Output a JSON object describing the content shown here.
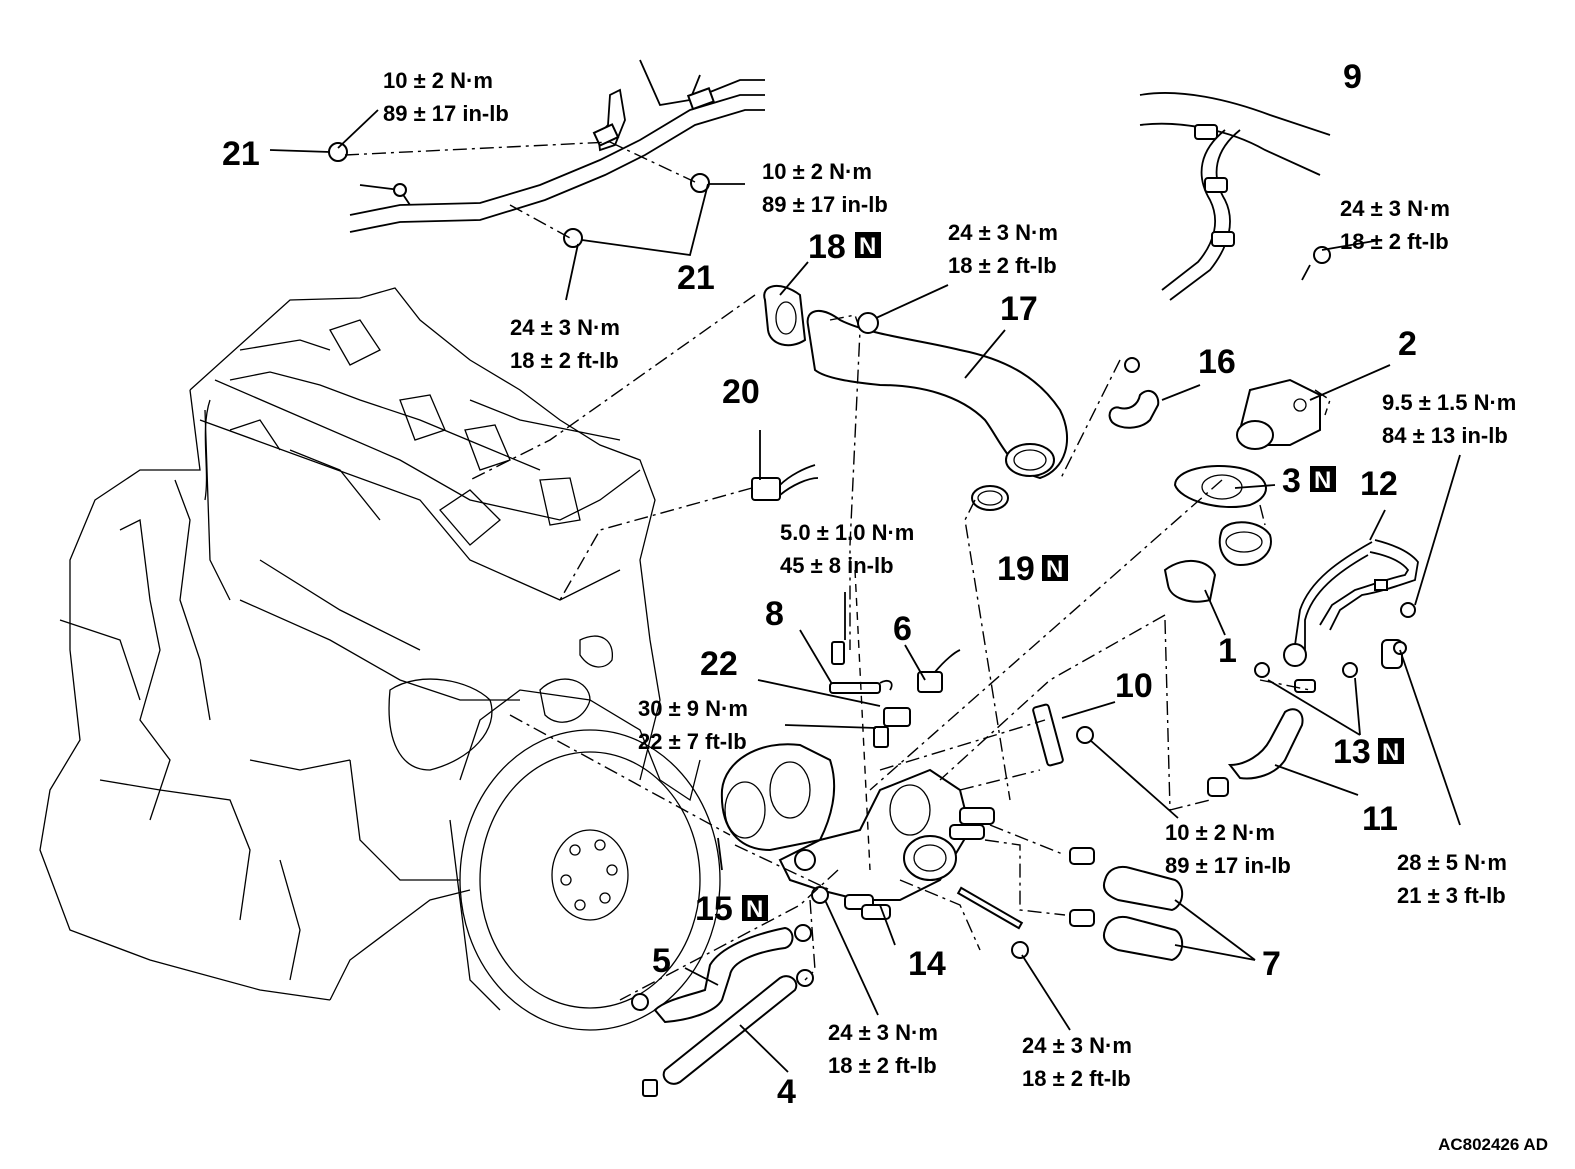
{
  "figure_id": "AC802426 AD",
  "new_part_badge": "N",
  "callouts": [
    {
      "id": "c1",
      "number": "1"
    },
    {
      "id": "c2",
      "number": "2"
    },
    {
      "id": "c3",
      "number": "3",
      "new_part": true
    },
    {
      "id": "c4",
      "number": "4"
    },
    {
      "id": "c5",
      "number": "5"
    },
    {
      "id": "c6",
      "number": "6"
    },
    {
      "id": "c7",
      "number": "7"
    },
    {
      "id": "c8",
      "number": "8"
    },
    {
      "id": "c9",
      "number": "9"
    },
    {
      "id": "c10",
      "number": "10"
    },
    {
      "id": "c11",
      "number": "11"
    },
    {
      "id": "c12",
      "number": "12"
    },
    {
      "id": "c13",
      "number": "13",
      "new_part": true
    },
    {
      "id": "c14",
      "number": "14"
    },
    {
      "id": "c15",
      "number": "15",
      "new_part": true
    },
    {
      "id": "c16",
      "number": "16"
    },
    {
      "id": "c17",
      "number": "17"
    },
    {
      "id": "c18",
      "number": "18",
      "new_part": true
    },
    {
      "id": "c19",
      "number": "19",
      "new_part": true
    },
    {
      "id": "c20",
      "number": "20"
    },
    {
      "id": "c21a",
      "number": "21"
    },
    {
      "id": "c21b",
      "number": "21"
    },
    {
      "id": "c22",
      "number": "22"
    }
  ],
  "torques": [
    {
      "id": "t1",
      "metric": "10 ± 2 N·m",
      "imperial": "89 ± 17 in-lb"
    },
    {
      "id": "t2",
      "metric": "10 ± 2 N·m",
      "imperial": "89 ± 17 in-lb"
    },
    {
      "id": "t3",
      "metric": "24 ± 3 N·m",
      "imperial": "18 ± 2 ft-lb"
    },
    {
      "id": "t4",
      "metric": "24 ± 3 N·m",
      "imperial": "18 ± 2 ft-lb"
    },
    {
      "id": "t5",
      "metric": "24 ± 3 N·m",
      "imperial": "18 ± 2 ft-lb"
    },
    {
      "id": "t6",
      "metric": "9.5 ± 1.5 N·m",
      "imperial": "84 ± 13 in-lb"
    },
    {
      "id": "t7",
      "metric": "5.0 ± 1.0 N·m",
      "imperial": "45 ± 8 in-lb"
    },
    {
      "id": "t8",
      "metric": "30 ± 9 N·m",
      "imperial": "22 ± 7 ft-lb"
    },
    {
      "id": "t9",
      "metric": "10 ± 2 N·m",
      "imperial": "89 ± 17 in-lb"
    },
    {
      "id": "t10",
      "metric": "28 ± 5 N·m",
      "imperial": "21 ± 3 ft-lb"
    },
    {
      "id": "t11",
      "metric": "24 ± 3 N·m",
      "imperial": "18 ± 2 ft-lb"
    },
    {
      "id": "t12",
      "metric": "24 ± 3 N·m",
      "imperial": "18 ± 2 ft-lb"
    }
  ]
}
